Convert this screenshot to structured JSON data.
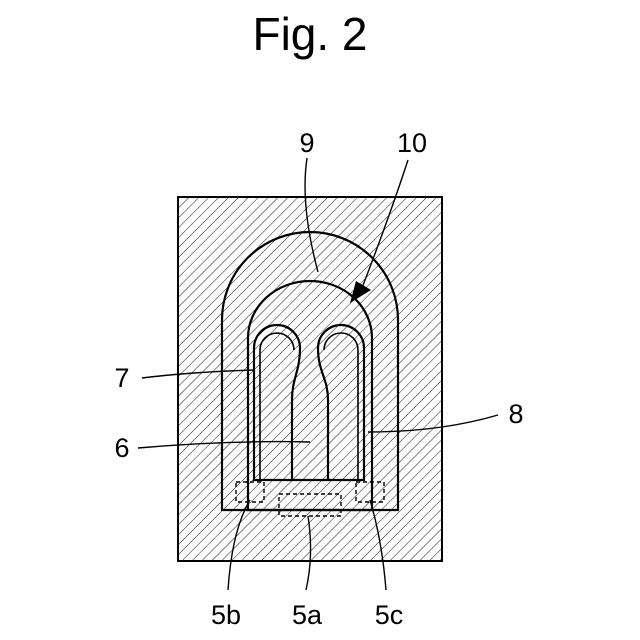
{
  "figure": {
    "title": "Fig. 2",
    "labels": {
      "l9": "9",
      "l10": "10",
      "l7": "7",
      "l6": "6",
      "l8": "8",
      "l5b": "5b",
      "l5a": "5a",
      "l5c": "5c"
    }
  }
}
